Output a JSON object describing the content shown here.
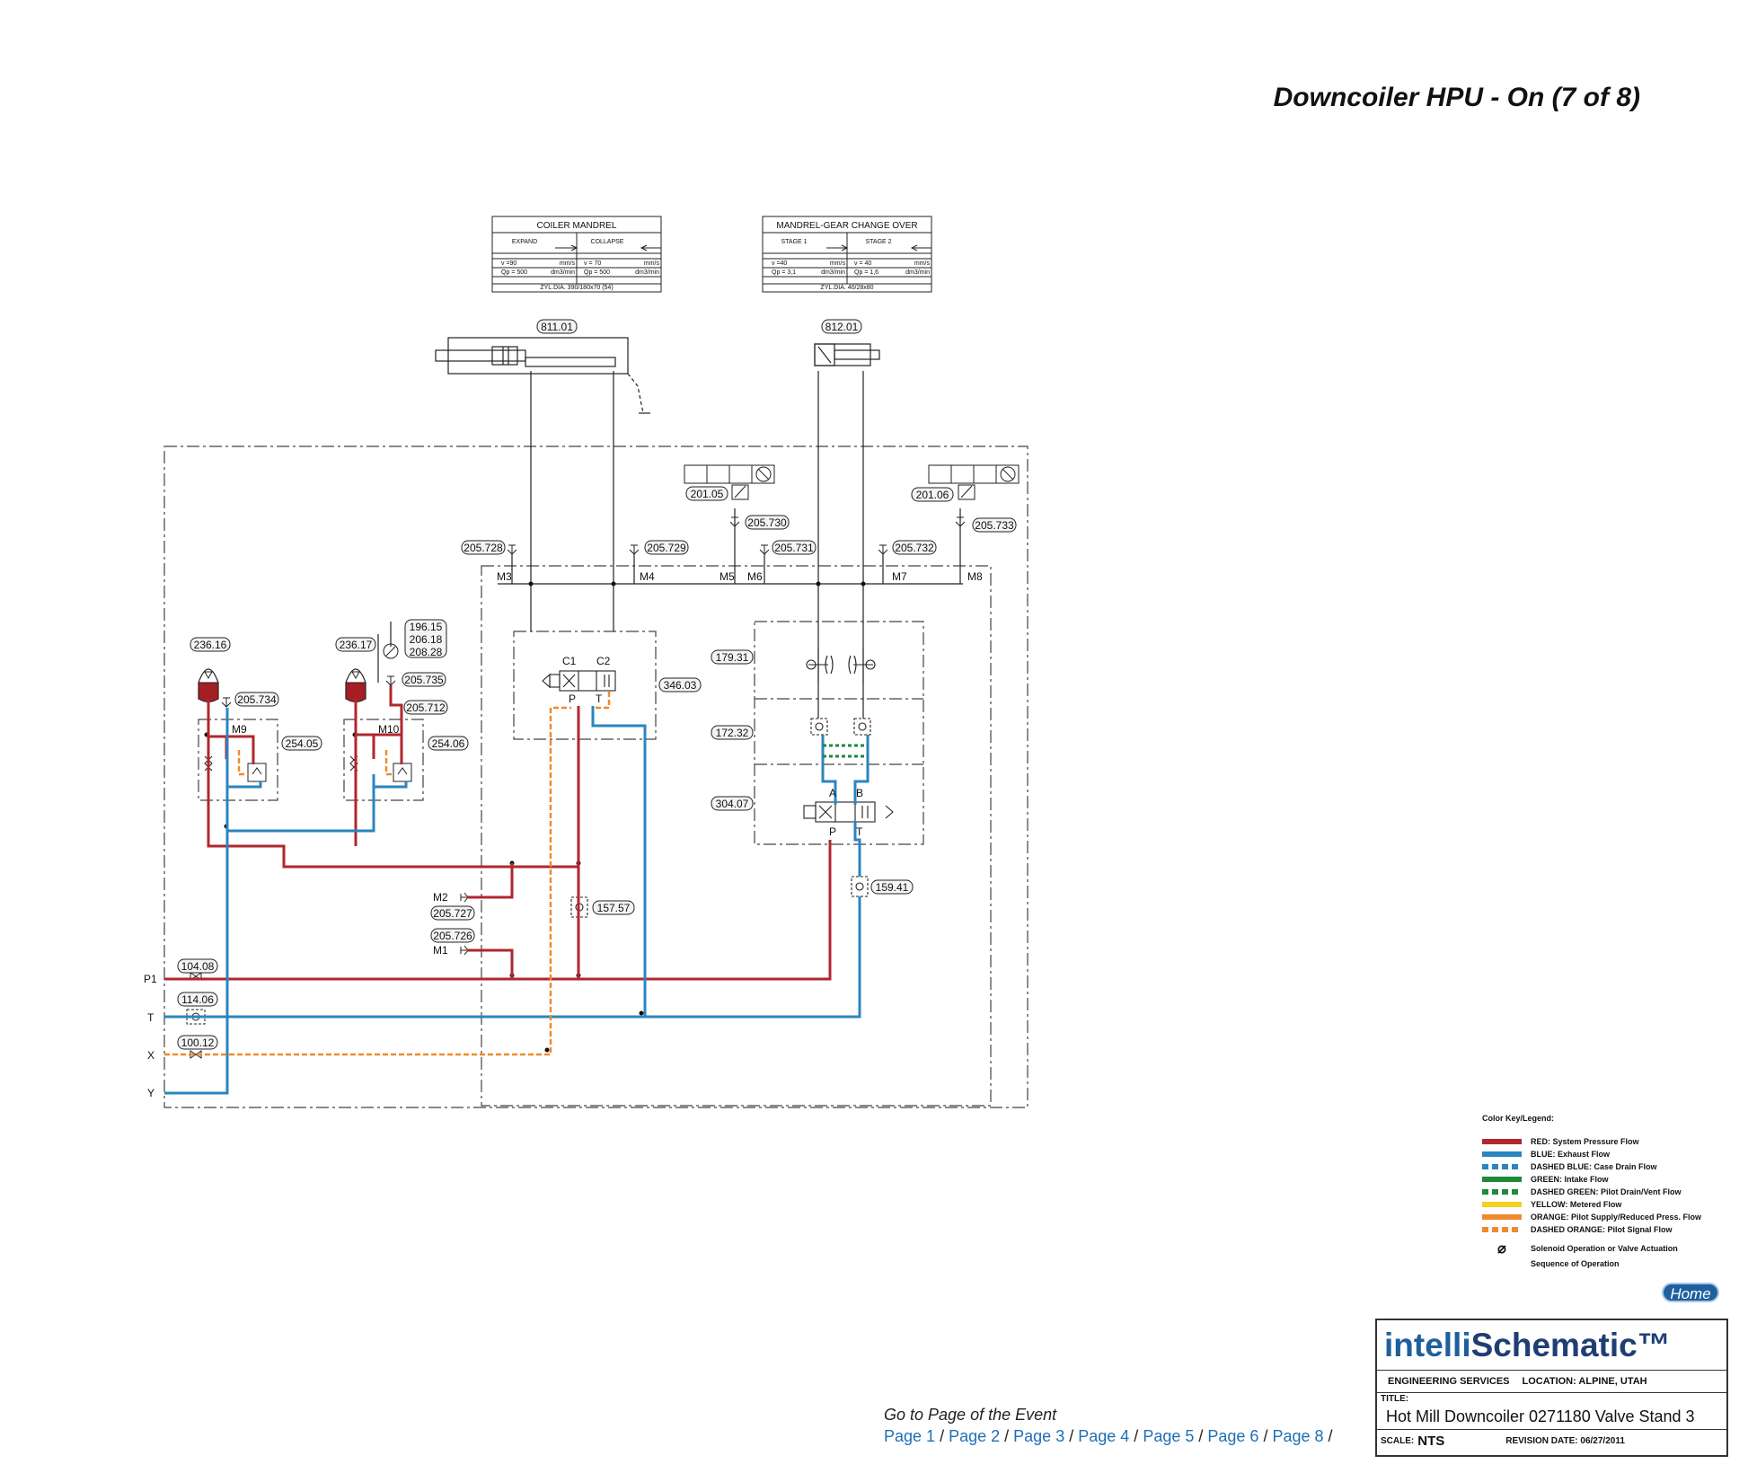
{
  "title": "Downcoiler HPU - On (7 of 8)",
  "tables": [
    {
      "header": "COILER MANDREL",
      "col1": "EXPAND",
      "col2": "COLLAPSE",
      "r1": [
        "v =90",
        "mm/s",
        "v = 70",
        "mm/s"
      ],
      "r2": [
        "Qp = 500",
        "dm3/min",
        "Qp = 500",
        "dm3/min"
      ],
      "footer": "ZYL.DIA. 390/180x70 (54)"
    },
    {
      "header": "MANDREL-GEAR CHANGE OVER",
      "col1": "STAGE 1",
      "col2": "STAGE 2",
      "r1": [
        "v =40",
        "mm/s",
        "v = 40",
        "mm/s"
      ],
      "r2": [
        "Qp = 3,1",
        "dm3/min",
        "Qp = 1,6",
        "dm3/min"
      ],
      "footer": "ZYL.DIA. 40/28x80"
    }
  ],
  "tags": {
    "cyl1": "811.01",
    "cyl2": "812.01",
    "t201_05": "201.05",
    "t201_06": "201.06",
    "t205_730": "205.730",
    "t205_733": "205.733",
    "t205_728": "205.728",
    "t205_729": "205.729",
    "t205_731": "205.731",
    "t205_732": "205.732",
    "t196_15": "196.15",
    "t206_18": "206.18",
    "t208_28": "208.28",
    "t236_16": "236.16",
    "t236_17": "236.17",
    "t205_734": "205.734",
    "t205_735": "205.735",
    "t205_712": "205.712",
    "t254_05": "254.05",
    "t254_06": "254.06",
    "t346_03": "346.03",
    "t179_31": "179.31",
    "t172_32": "172.32",
    "t304_07": "304.07",
    "t157_57": "157.57",
    "t159_41": "159.41",
    "t205_727": "205.727",
    "t205_726": "205.726",
    "t104_08": "104.08",
    "t114_06": "114.06",
    "t100_12": "100.12"
  },
  "ports": {
    "M1": "M1",
    "M2": "M2",
    "M3": "M3",
    "M4": "M4",
    "M5": "M5",
    "M6": "M6",
    "M7": "M7",
    "M8": "M8",
    "M9": "M9",
    "M10": "M10",
    "P1": "P1",
    "T": "T",
    "X": "X",
    "Y": "Y",
    "C1": "C1",
    "C2": "C2",
    "A": "A",
    "B": "B",
    "P": "P"
  },
  "legend": {
    "header": "Color Key/Legend:",
    "items": [
      {
        "label": "RED: System Pressure Flow",
        "color": "#b0272e",
        "dashed": false
      },
      {
        "label": "BLUE: Exhaust Flow",
        "color": "#2a85c0",
        "dashed": false
      },
      {
        "label": "DASHED BLUE: Case Drain Flow",
        "color": "#2a85c0",
        "dashed": true
      },
      {
        "label": "GREEN: Intake Flow",
        "color": "#1e8a3a",
        "dashed": false
      },
      {
        "label": "DASHED GREEN: Pilot Drain/Vent Flow",
        "color": "#1e8a3a",
        "dashed": true
      },
      {
        "label": "YELLOW: Metered Flow",
        "color": "#f2d21f",
        "dashed": false
      },
      {
        "label": "ORANGE: Pilot Supply/Reduced Press. Flow",
        "color": "#ef8a2c",
        "dashed": false
      },
      {
        "label": "DASHED ORANGE: Pilot Signal Flow",
        "color": "#ef8a2c",
        "dashed": true
      }
    ],
    "solenoid_note": "Solenoid Operation or Valve Actuation",
    "sequence_note": "Sequence of Operation"
  },
  "home_label": "Home",
  "title_block": {
    "logo_i": "i",
    "logo_ntelli": "ntelli",
    "logo_schematic": "Schematic",
    "logo_tm": "™",
    "eng_services": "ENGINEERING SERVICES",
    "location": "LOCATION: ALPINE, UTAH",
    "title_label": "TITLE:",
    "title_value": "Hot Mill Downcoiler 0271180 Valve Stand 3",
    "scale_label": "SCALE:",
    "scale_value": "NTS",
    "revision": "REVISION DATE: 06/27/2011"
  },
  "goto": {
    "label": "Go to Page of the Event",
    "pages": [
      "Page 1",
      "Page 2",
      "Page 3",
      "Page 4",
      "Page 5",
      "Page 6",
      "Page 8"
    ]
  },
  "colors": {
    "red": "#b0272e",
    "blue": "#2a85c0",
    "orange": "#ef8a2c",
    "green": "#1e8a3a",
    "brand": "#1f5f9e"
  }
}
